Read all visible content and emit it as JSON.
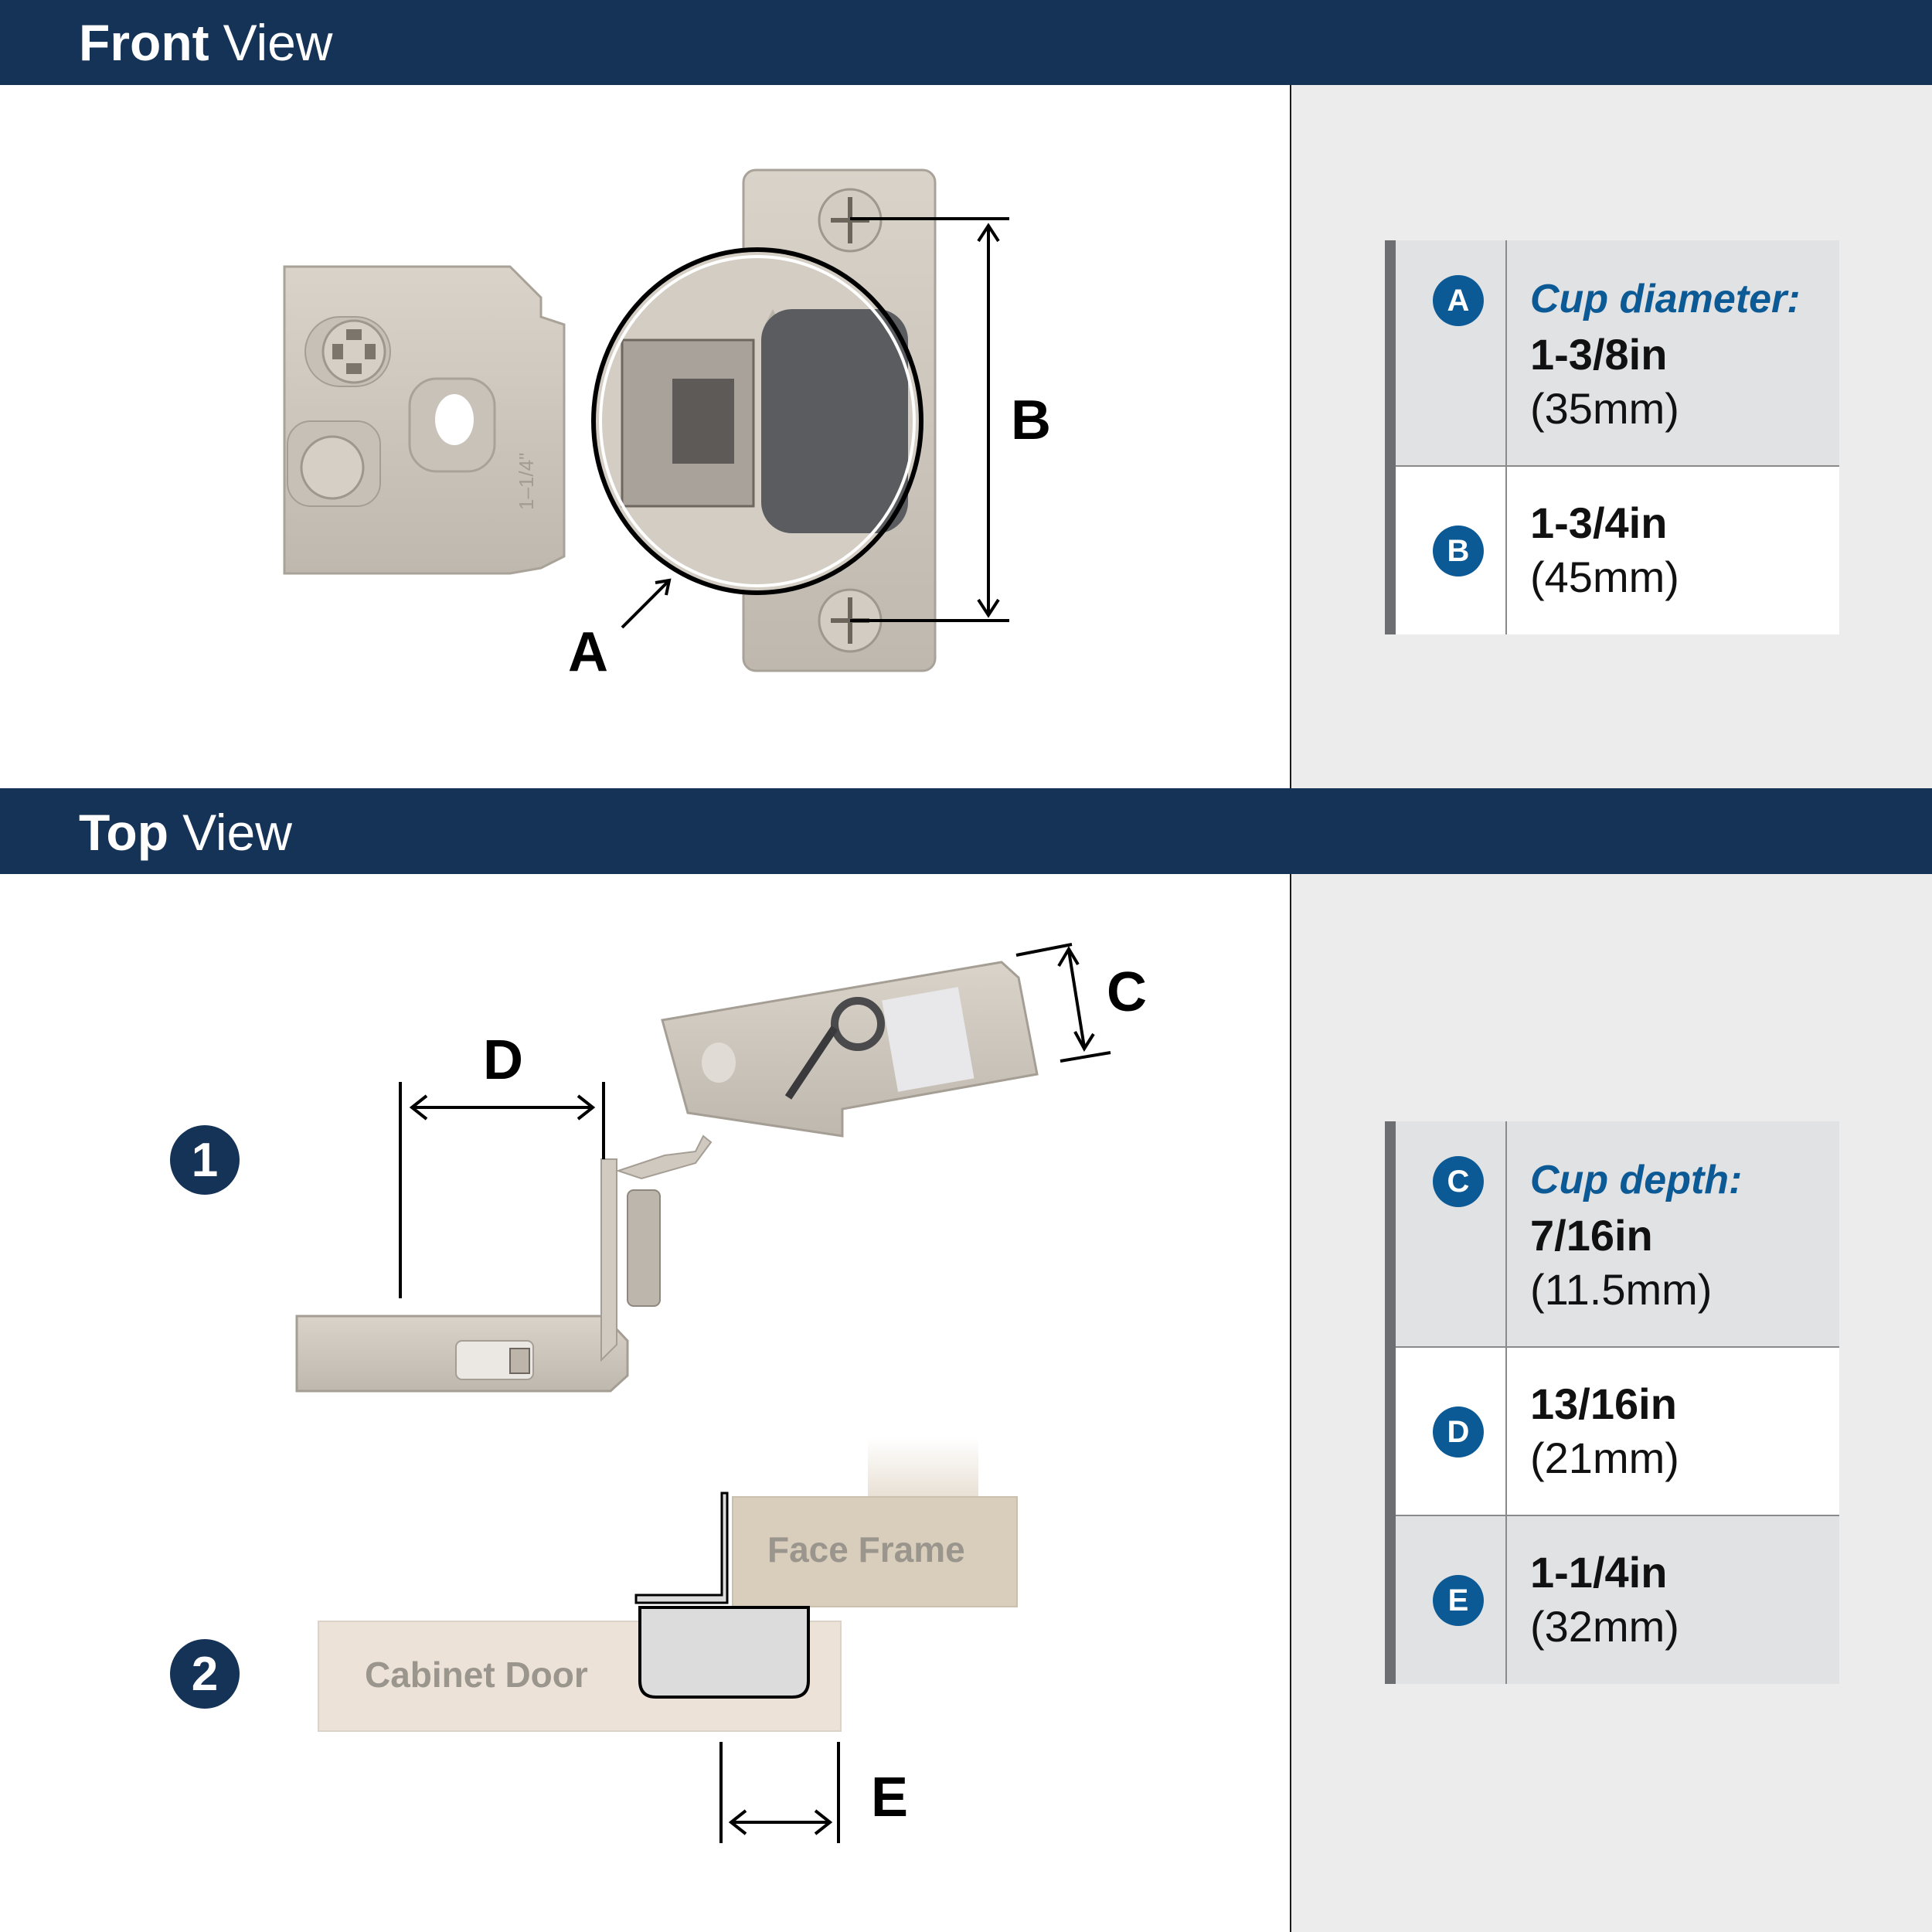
{
  "sections": {
    "front": {
      "title_bold": "Front",
      "title_light": "View"
    },
    "top": {
      "title_bold": "Top",
      "title_light": "View"
    }
  },
  "front_view": {
    "callouts": [
      "A",
      "B"
    ],
    "engraving": "1–1/4\""
  },
  "top_view": {
    "steps": [
      "1",
      "2"
    ],
    "callouts": [
      "C",
      "D",
      "E"
    ],
    "labels": {
      "face_frame": "Face Frame",
      "cabinet_door": "Cabinet Door"
    }
  },
  "spec_table_front": {
    "rows": [
      {
        "badge": "A",
        "label": "Cup diameter:",
        "value_in": "1-3/8in",
        "value_mm": "(35mm)"
      },
      {
        "badge": "B",
        "label": "",
        "value_in": "1-3/4in",
        "value_mm": "(45mm)"
      }
    ]
  },
  "spec_table_top": {
    "rows": [
      {
        "badge": "C",
        "label": "Cup depth:",
        "value_in": "7/16in",
        "value_mm": "(11.5mm)"
      },
      {
        "badge": "D",
        "label": "",
        "value_in": "13/16in",
        "value_mm": "(21mm)"
      },
      {
        "badge": "E",
        "label": "",
        "value_in": "1-1/4in",
        "value_mm": "(32mm)"
      }
    ]
  },
  "colors": {
    "header_navy": "#153257",
    "badge_blue": "#0c5a95",
    "panel_gray": "#ececec",
    "metal": "#cfc9c0"
  }
}
